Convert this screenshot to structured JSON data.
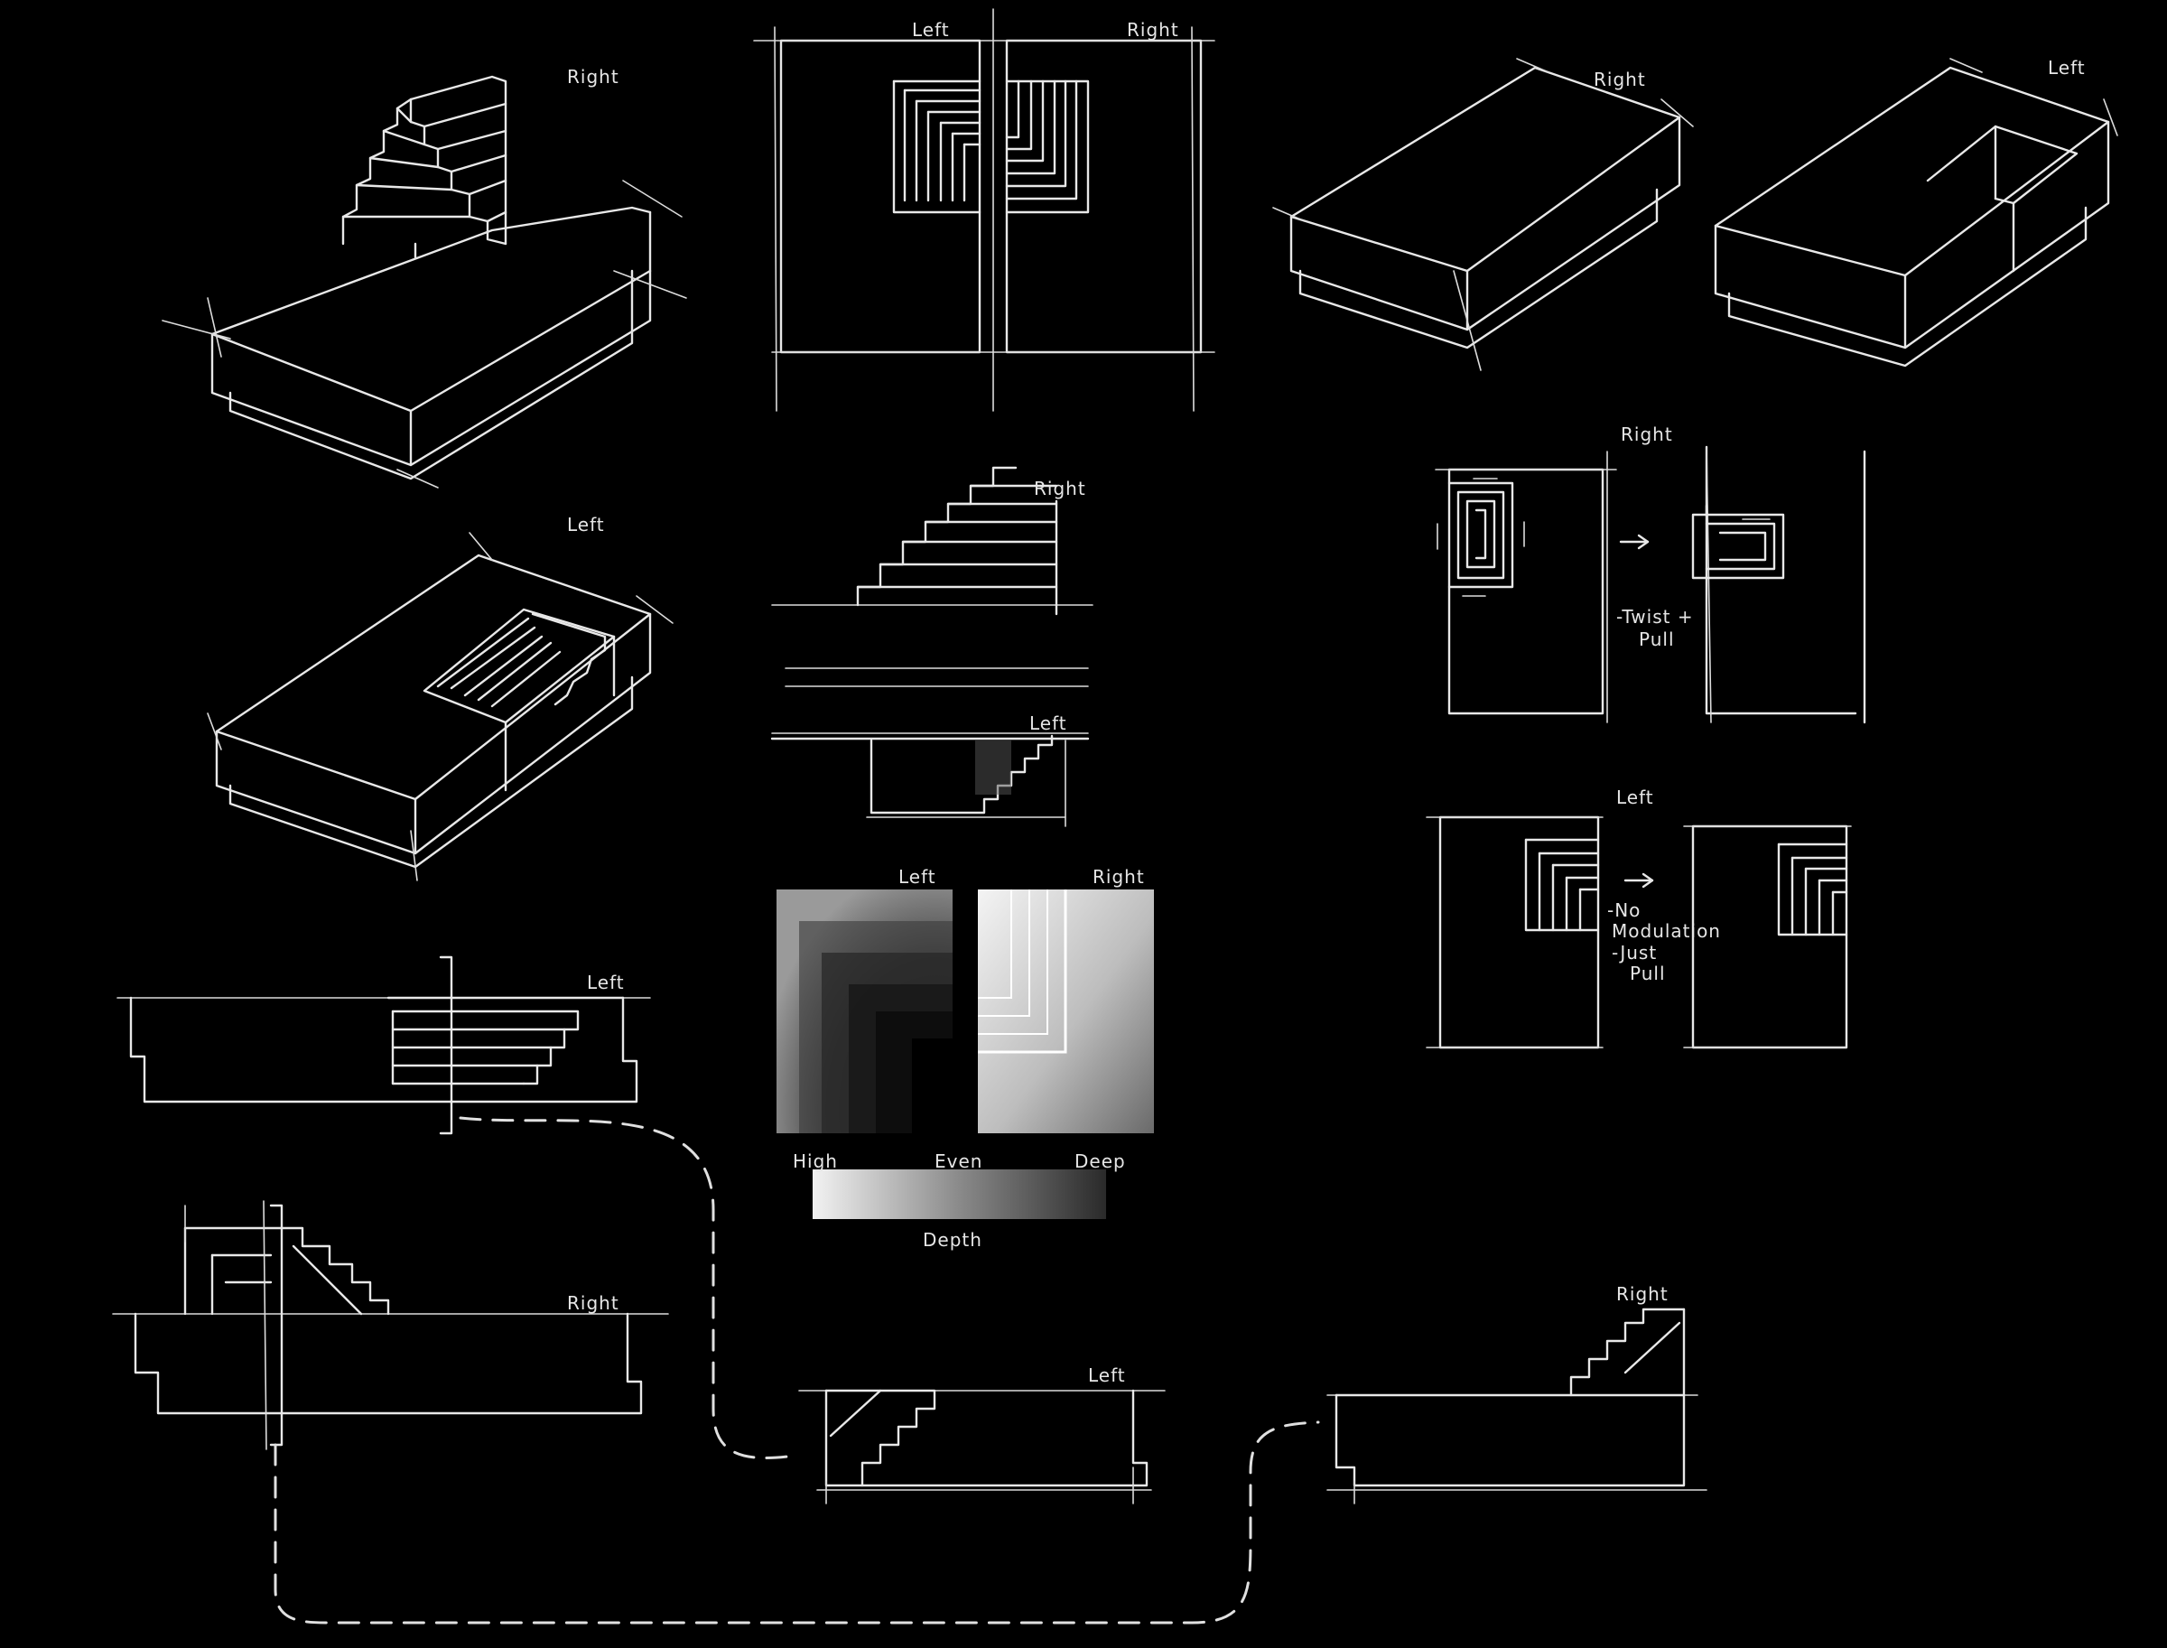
{
  "labels": {
    "iso_stairs_up": "Right",
    "elev_split_left": "Left",
    "elev_split_right": "Right",
    "iso_block_right": "Right",
    "iso_block_left": "Left",
    "iso_stairs_down": "Left",
    "section_right": "Right",
    "section_left": "Left",
    "twist_title": "Right",
    "twist_note_1": "-Twist +",
    "twist_note_2": "Pull",
    "nomod_title": "Left",
    "nomod_note_1": "-No",
    "nomod_note_2": "Modulation",
    "nomod_note_3": "-Just",
    "nomod_note_4": "Pull",
    "shade_left": "Left",
    "shade_right": "Right",
    "gradient_high": "High",
    "gradient_even": "Even",
    "gradient_deep": "Deep",
    "gradient_axis": "Depth",
    "long_section_left": "Left",
    "long_section_right": "Right",
    "small_section_left": "Left",
    "small_section_right": "Right"
  },
  "colors": {
    "background": "#000000",
    "line": "#e8e8e8"
  }
}
